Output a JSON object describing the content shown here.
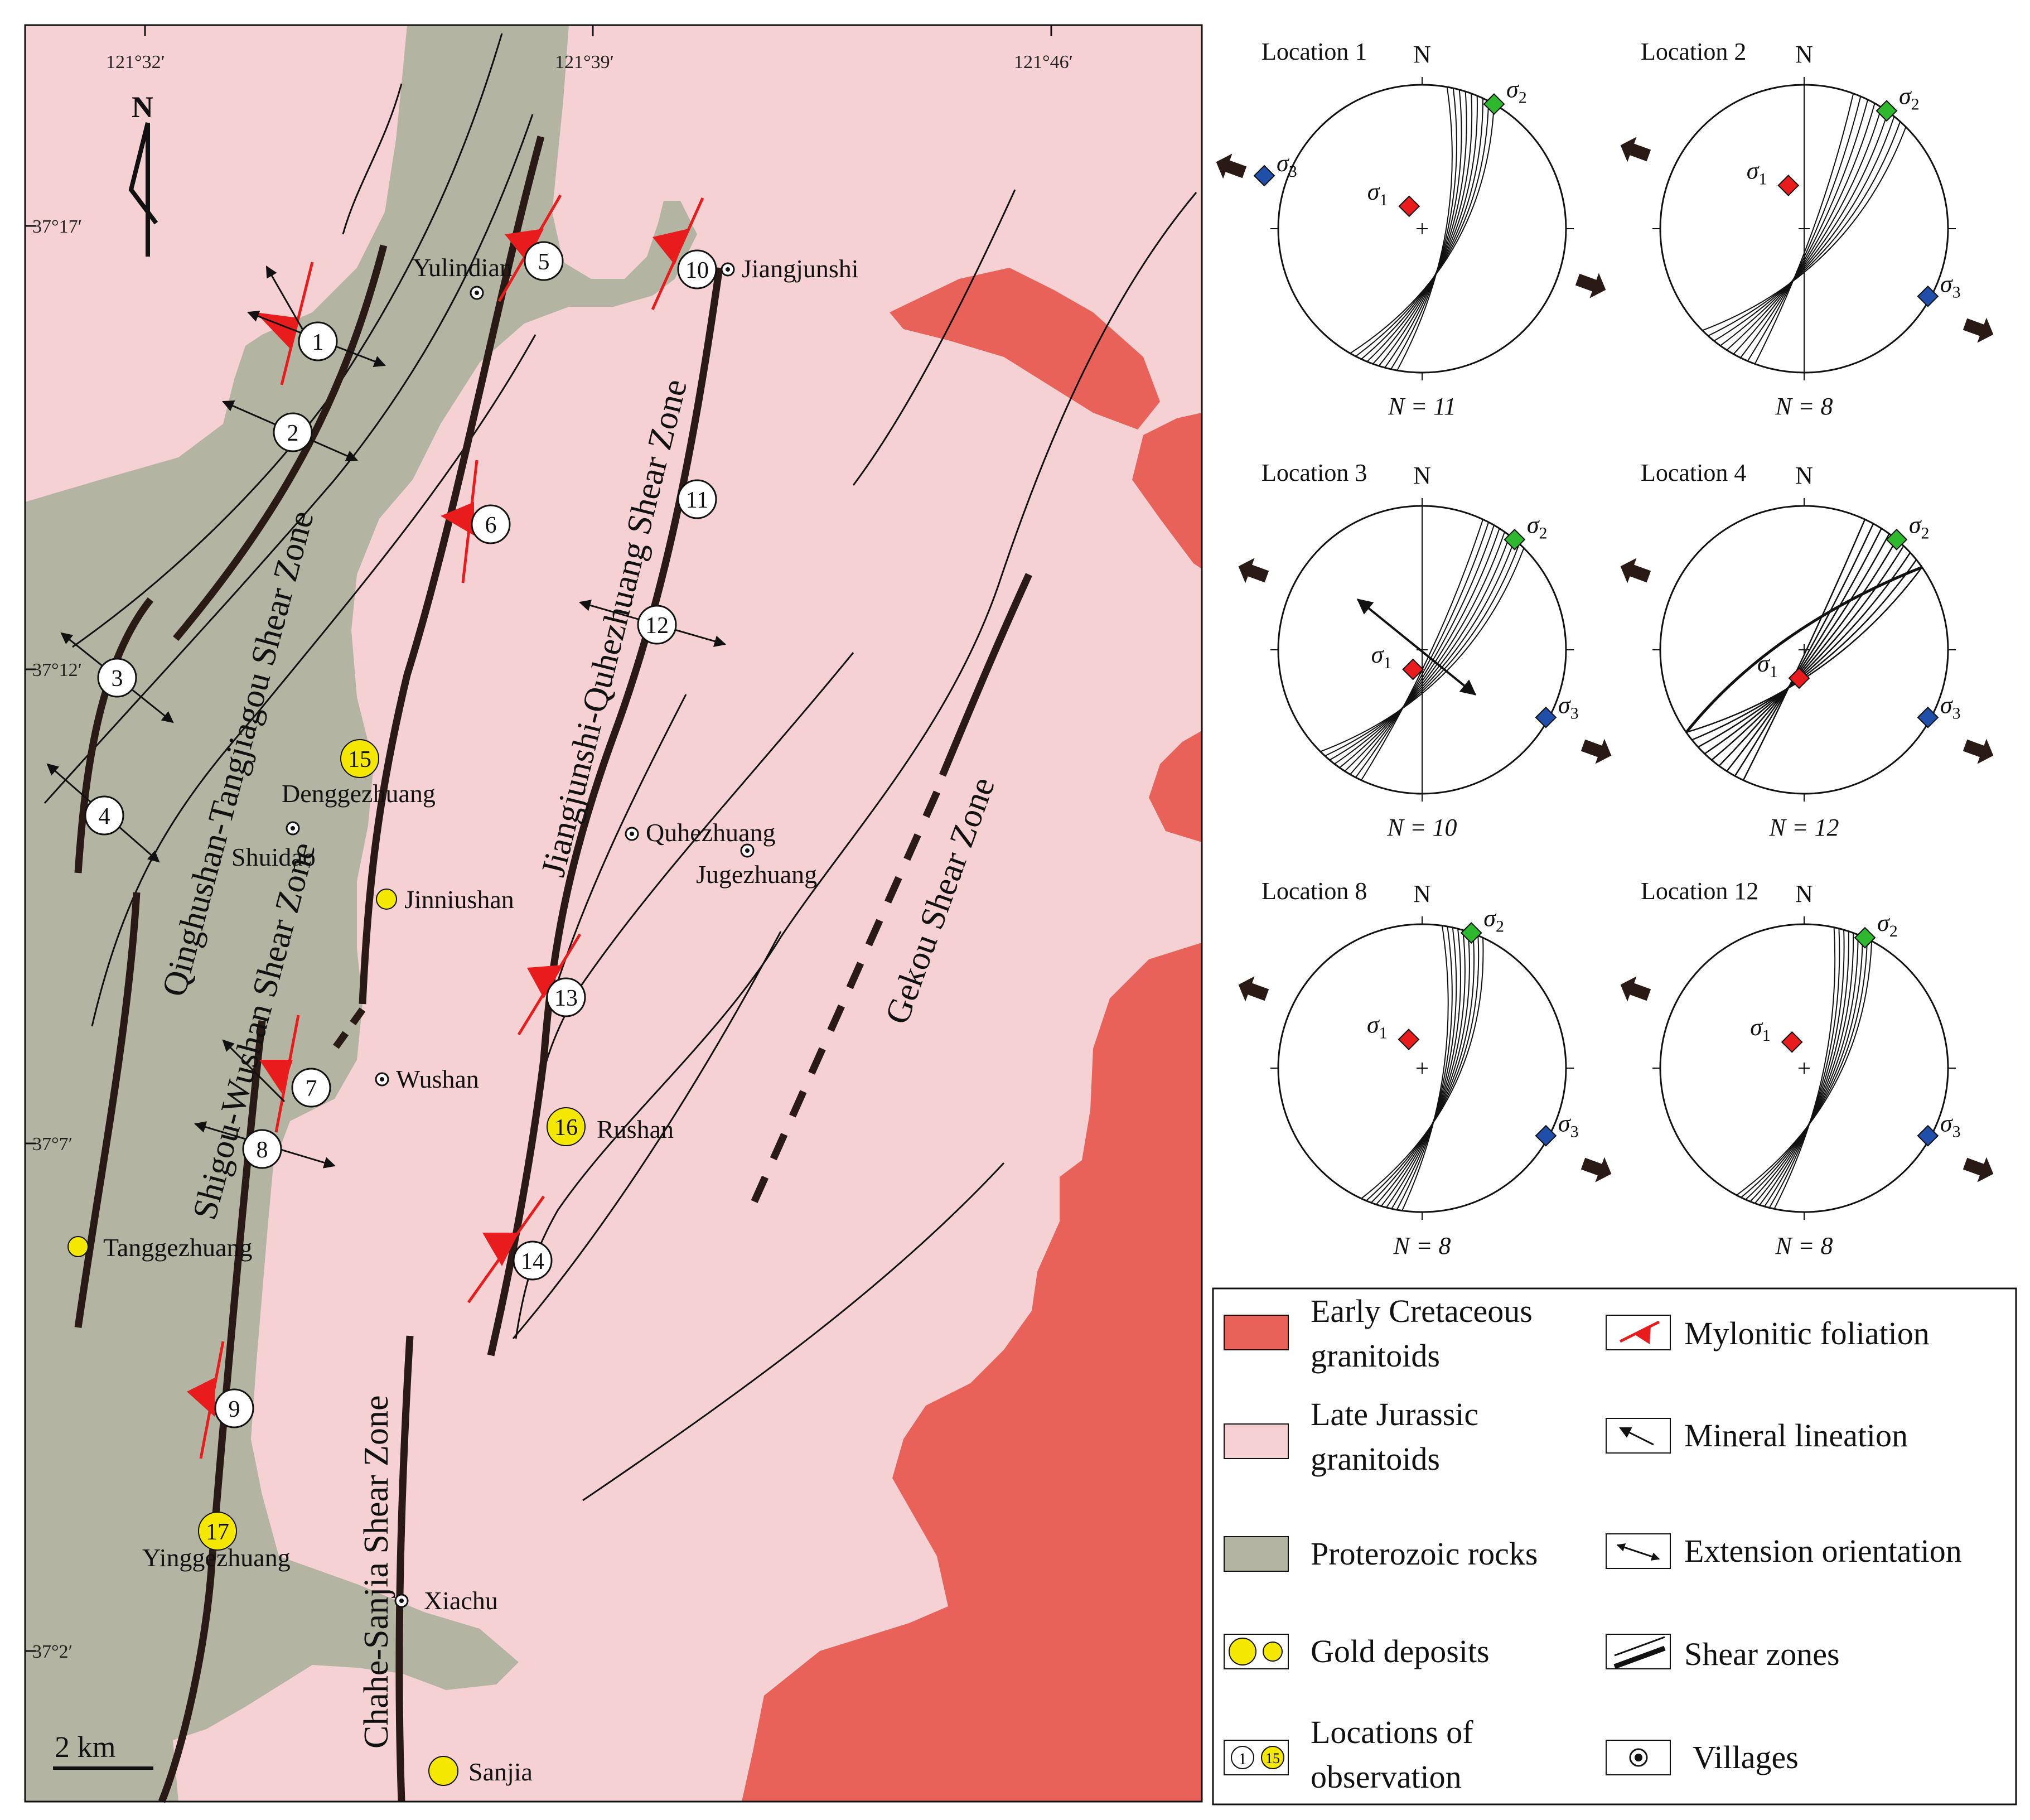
{
  "coords": {
    "lon1": "121°32′",
    "lon2": "121°39′",
    "lon3": "121°46′",
    "lat1": "37°17′",
    "lat2": "37°12′",
    "lat3": "37°7′",
    "lat4": "37°2′"
  },
  "north": "N",
  "scale": "2 km",
  "shear_zones": {
    "qinghushan": "Qinghushan-Tangjiagou Shear Zone",
    "shigou": "Shigou-Wushan Shear Zone",
    "jiangjunshi": "Jiangjunshi-Quhezhuang Shear Zone",
    "gekou": "Gekou Shear Zone",
    "chahe": "Chahe-Sanjia Shear Zone"
  },
  "villages": {
    "yulindian": "Yulindian",
    "jiangjunshi": "Jiangjunshi",
    "shuidao": "Shuidao",
    "quhezhuang": "Quhezhuang",
    "jugezhuang": "Jugezhuang",
    "wushan": "Wushan",
    "xiachu": "Xiachu"
  },
  "deposits": {
    "denggezhuang": "Denggezhuang",
    "jinniushan": "Jinniushan",
    "rushan": "Rushan",
    "tanggezhuang": "Tanggezhuang",
    "yinggezhuang": "Yinggezhuang",
    "sanjia": "Sanjia"
  },
  "locations": [
    "1",
    "2",
    "3",
    "4",
    "5",
    "6",
    "7",
    "8",
    "9",
    "10",
    "11",
    "12",
    "13",
    "14",
    "15",
    "16",
    "17"
  ],
  "stereonets": [
    {
      "title": "Location 1",
      "n_label": "N = 11"
    },
    {
      "title": "Location 2",
      "n_label": "N = 8"
    },
    {
      "title": "Location 3",
      "n_label": "N = 10"
    },
    {
      "title": "Location 4",
      "n_label": "N = 12"
    },
    {
      "title": "Location 8",
      "n_label": "N = 8"
    },
    {
      "title": "Location 12",
      "n_label": "N = 8"
    }
  ],
  "sigma": {
    "s1": "σ",
    "s2": "σ",
    "s3": "σ",
    "sub1": "1",
    "sub2": "2",
    "sub3": "3"
  },
  "legend": {
    "cretaceous_1": "Early Cretaceous",
    "cretaceous_2": "granitoids",
    "jurassic_1": "Late Jurassic",
    "jurassic_2": "granitoids",
    "proterozoic": "Proterozoic rocks",
    "gold": "Gold deposits",
    "locations_1": "Locations of",
    "locations_2": "observation",
    "loc_sample_a": "1",
    "loc_sample_b": "15",
    "mylonitic": "Mylonitic foliation",
    "mineral": "Mineral lineation",
    "extension": "Extension orientation",
    "shear": "Shear zones",
    "villages": "Villages"
  },
  "colors": {
    "cretaceous": "#e8625a",
    "jurassic": "#f5d1d3",
    "proterozoic": "#b4b4a2",
    "gold": "#f4e800",
    "foliation": "#e81c1c",
    "sigma1": "#e81c1c",
    "sigma2": "#2eb82e",
    "sigma3": "#1f4fa8",
    "shear": "#2a1a16"
  }
}
